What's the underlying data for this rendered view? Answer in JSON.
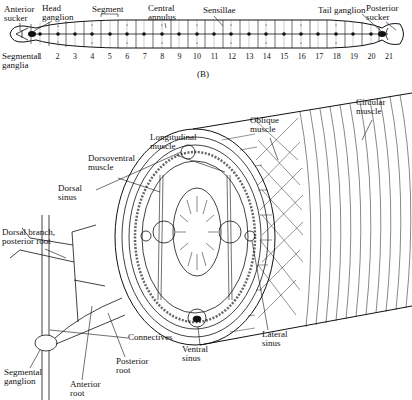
{
  "diagram": {
    "labels": [
      "Anterior sucker",
      "Head ganglion",
      "Segment",
      "Central annulus",
      "Sensillae",
      "Tail ganglion",
      "Posterior sucker",
      "Segmental ganglia",
      "1",
      "2",
      "3",
      "4",
      "5",
      "6",
      "7",
      "8",
      "9",
      "10",
      "11",
      "12",
      "13",
      "14",
      "15",
      "16",
      "17",
      "18",
      "19",
      "20",
      "21",
      "(B)",
      "Circular muscle",
      "Oblique muscle",
      "Longitudinal muscle",
      "Dorsoventral muscle",
      "Dorsal sinus",
      "Dorsal branch, posterior root",
      "Connectives",
      "Lateral sinus",
      "Ventral sinus",
      "Posterior root",
      "Segmental ganglion",
      "Anterior root"
    ]
  }
}
